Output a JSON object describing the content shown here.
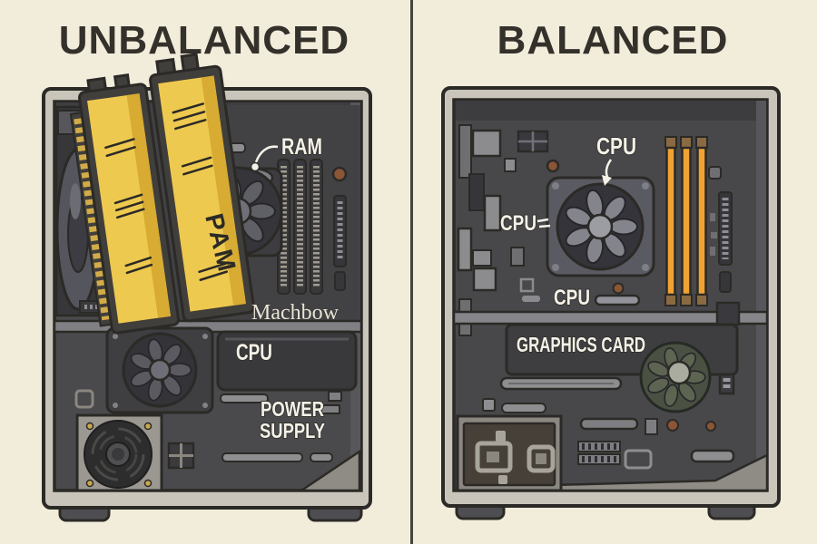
{
  "page": {
    "background_color": "#f2ecdb",
    "divider_color": "#45433d"
  },
  "left_panel": {
    "title": "UNBALANCED",
    "labels": {
      "ram": "RAM",
      "ram_stick_text": "PAM",
      "motherboard_text": "Machbow",
      "cpu": "CPU",
      "power_supply_line1": "POWER",
      "power_supply_line2": "SUPPLY"
    },
    "colors": {
      "ram_stick": "#eec94f",
      "ram_pins": "#d2ac48"
    }
  },
  "right_panel": {
    "title": "BALANCED",
    "labels": {
      "cpu_top": "CPU",
      "cpu_left": "CPU",
      "cpu_bottom": "CPU",
      "graphics_card": "GRAPHICS CARD"
    },
    "colors": {
      "ram_stick": "#f0a233"
    }
  }
}
